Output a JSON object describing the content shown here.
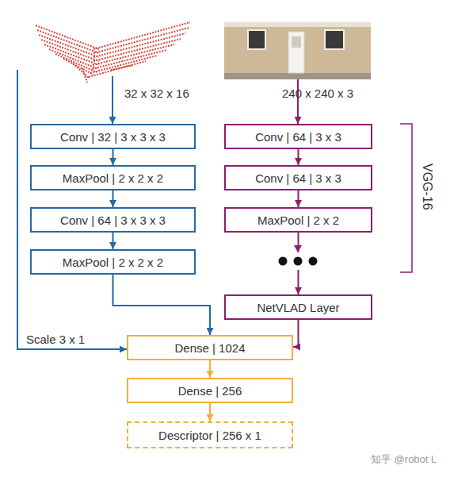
{
  "diagram": {
    "nodes": [
      {
        "text": [
          "Conv | 32 | 3 x 3 x 3"
        ]
      },
      {
        "text": [
          "MaxPool | 2 x 2 x 2"
        ]
      },
      {
        "text": [
          "Conv | 64 | 3 x 3 x 3"
        ]
      },
      {
        "text": [
          "MaxPool | 2 x 2 x 2"
        ]
      },
      {
        "text": [
          "Conv | 64 | 3 x 3"
        ]
      },
      {
        "text": [
          "Conv | 64 | 3 x 3"
        ]
      },
      {
        "text": [
          "MaxPool | 2 x 2"
        ]
      },
      {
        "text": [
          "NetVLAD Layer"
        ]
      },
      {
        "text": [
          "Dense | 1024"
        ]
      },
      {
        "text": [
          "Dense | 256"
        ]
      },
      {
        "text": [
          "Descriptor | 256 x 1"
        ]
      }
    ],
    "edges": [
      {
        "from": 0,
        "to": 1,
        "arrow": "to"
      },
      {
        "from": 1,
        "to": 2,
        "arrow": "to"
      },
      {
        "from": 2,
        "to": 3,
        "arrow": "to"
      },
      {
        "from": 3,
        "to": 8,
        "arrow": "to"
      },
      {
        "from": 4,
        "to": 5,
        "arrow": "to"
      },
      {
        "from": 5,
        "to": 6,
        "arrow": "to"
      },
      {
        "from": 6,
        "to": 7,
        "arrow": "to"
      },
      {
        "from": 7,
        "to": 8,
        "arrow": "to"
      },
      {
        "from": 8,
        "to": 9,
        "arrow": "to"
      },
      {
        "from": 9,
        "to": 10,
        "arrow": "to"
      }
    ],
    "labels": [
      "32 x 32 x 16",
      "240 x 240 x 3",
      "VGG-16",
      "Scale 3 x 1",
      "知乎 @robot L"
    ]
  }
}
